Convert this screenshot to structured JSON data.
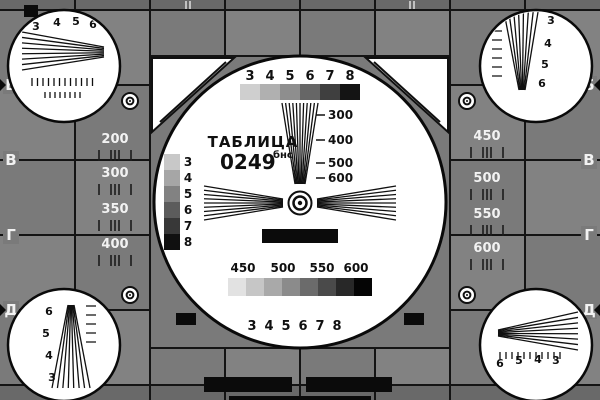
{
  "card": {
    "title": "ТАБЛИЦА",
    "code": "0249",
    "code_sup": "бнс"
  },
  "palette": {
    "bg": "#7a7a7a",
    "bg_alt": "#828282",
    "strip": "#696969",
    "line": "#141414",
    "white": "#ffffff",
    "black": "#0b0b0b"
  },
  "grays_top": [
    "#cfcfcf",
    "#b0b0b0",
    "#8e8e8e",
    "#666666",
    "#3f3f3f",
    "#141414"
  ],
  "grays_side": [
    "#c8c8c8",
    "#a6a6a6",
    "#828282",
    "#5c5c5c",
    "#383838",
    "#101010"
  ],
  "grays_bottom": [
    "#e2e2e2",
    "#c6c6c6",
    "#a9a9a9",
    "#8b8b8b",
    "#6b6b6b",
    "#4a4a4a",
    "#282828",
    "#050505"
  ],
  "circle_scales": {
    "top_numbers": [
      "3",
      "4",
      "5",
      "6",
      "7",
      "8"
    ],
    "wedge_labels": [
      "300",
      "400",
      "500",
      "600"
    ],
    "side_numbers": [
      "3",
      "4",
      "5",
      "6",
      "7",
      "8"
    ],
    "freq_labels": [
      "450",
      "500",
      "550",
      "600"
    ],
    "bottom_numbers": [
      "3",
      "4",
      "5",
      "6",
      "7",
      "8"
    ]
  },
  "left_panel": [
    "200",
    "300",
    "350",
    "400"
  ],
  "right_panel": [
    "450",
    "500",
    "550",
    "600"
  ],
  "row_letters": [
    "Б",
    "В",
    "Г",
    "Д"
  ],
  "corner_numbers": {
    "top_left": [
      "3",
      "4",
      "5",
      "6"
    ],
    "top_right": [
      "3",
      "4",
      "5",
      "6"
    ],
    "bottom_left": [
      "6",
      "5",
      "4",
      "3"
    ],
    "bottom_right": [
      "6",
      "5",
      "4",
      "3"
    ]
  }
}
